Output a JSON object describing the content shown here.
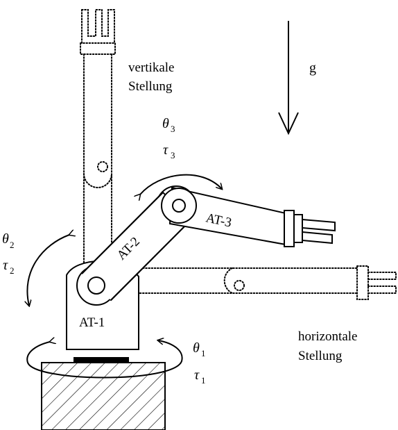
{
  "gravity": {
    "label": "g"
  },
  "positions": {
    "vertical": [
      "vertikale",
      "Stellung"
    ],
    "horizontal": [
      "horizontale",
      "Stellung"
    ]
  },
  "links": {
    "base": "AT-1",
    "arm2": "AT-2",
    "arm3": "AT-3"
  },
  "joints": {
    "joint1": {
      "angle": "θ",
      "torque": "τ",
      "index": "1"
    },
    "joint2": {
      "angle": "θ",
      "torque": "τ",
      "index": "2"
    },
    "joint3": {
      "angle": "θ",
      "torque": "τ",
      "index": "3"
    }
  }
}
